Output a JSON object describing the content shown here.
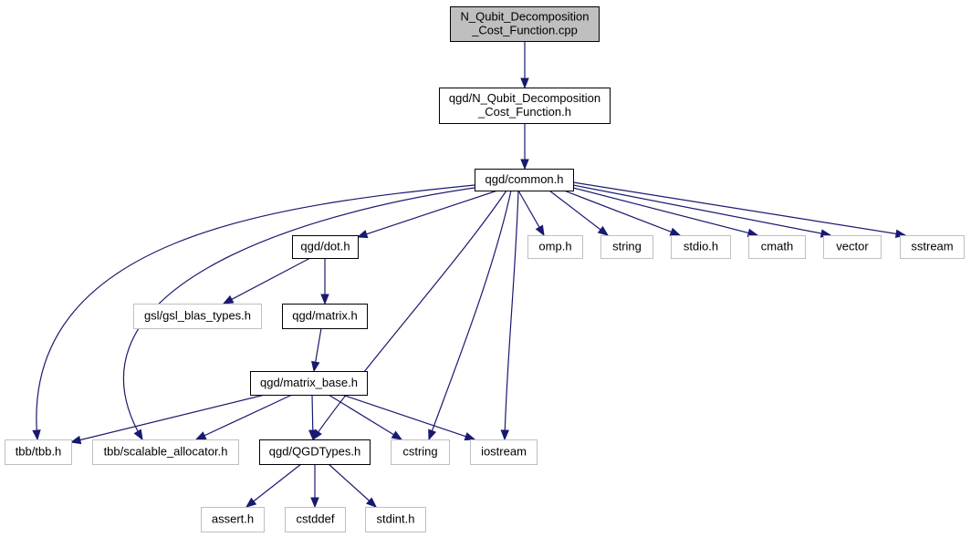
{
  "diagram": {
    "nodes": [
      {
        "id": "root",
        "lines": [
          "N_Qubit_Decomposition",
          "_Cost_Function.cpp"
        ],
        "style": "root"
      },
      {
        "id": "nqdcf_h",
        "lines": [
          "qgd/N_Qubit_Decomposition",
          "_Cost_Function.h"
        ],
        "style": "internal"
      },
      {
        "id": "common_h",
        "lines": [
          "qgd/common.h"
        ],
        "style": "internal"
      },
      {
        "id": "dot_h",
        "lines": [
          "qgd/dot.h"
        ],
        "style": "internal"
      },
      {
        "id": "omp_h",
        "lines": [
          "omp.h"
        ],
        "style": "external"
      },
      {
        "id": "string",
        "lines": [
          "string"
        ],
        "style": "external"
      },
      {
        "id": "stdio_h",
        "lines": [
          "stdio.h"
        ],
        "style": "external"
      },
      {
        "id": "cmath",
        "lines": [
          "cmath"
        ],
        "style": "external"
      },
      {
        "id": "vector",
        "lines": [
          "vector"
        ],
        "style": "external"
      },
      {
        "id": "sstream",
        "lines": [
          "sstream"
        ],
        "style": "external"
      },
      {
        "id": "gsl_blas_types_h",
        "lines": [
          "gsl/gsl_blas_types.h"
        ],
        "style": "external"
      },
      {
        "id": "matrix_h",
        "lines": [
          "qgd/matrix.h"
        ],
        "style": "internal"
      },
      {
        "id": "matrix_base_h",
        "lines": [
          "qgd/matrix_base.h"
        ],
        "style": "internal"
      },
      {
        "id": "tbb_h",
        "lines": [
          "tbb/tbb.h"
        ],
        "style": "external"
      },
      {
        "id": "scalable_allocator_h",
        "lines": [
          "tbb/scalable_allocator.h"
        ],
        "style": "external"
      },
      {
        "id": "qgdtypes_h",
        "lines": [
          "qgd/QGDTypes.h"
        ],
        "style": "internal"
      },
      {
        "id": "cstring",
        "lines": [
          "cstring"
        ],
        "style": "external"
      },
      {
        "id": "iostream",
        "lines": [
          "iostream"
        ],
        "style": "external"
      },
      {
        "id": "assert_h",
        "lines": [
          "assert.h"
        ],
        "style": "external"
      },
      {
        "id": "cstddef",
        "lines": [
          "cstddef"
        ],
        "style": "external"
      },
      {
        "id": "stdint_h",
        "lines": [
          "stdint.h"
        ],
        "style": "external"
      }
    ],
    "edges": [
      {
        "from": "root",
        "to": "nqdcf_h"
      },
      {
        "from": "nqdcf_h",
        "to": "common_h"
      },
      {
        "from": "common_h",
        "to": "dot_h"
      },
      {
        "from": "common_h",
        "to": "omp_h"
      },
      {
        "from": "common_h",
        "to": "string"
      },
      {
        "from": "common_h",
        "to": "stdio_h"
      },
      {
        "from": "common_h",
        "to": "cmath"
      },
      {
        "from": "common_h",
        "to": "vector"
      },
      {
        "from": "common_h",
        "to": "sstream"
      },
      {
        "from": "common_h",
        "to": "tbb_h"
      },
      {
        "from": "common_h",
        "to": "scalable_allocator_h"
      },
      {
        "from": "common_h",
        "to": "qgdtypes_h"
      },
      {
        "from": "common_h",
        "to": "cstring"
      },
      {
        "from": "common_h",
        "to": "iostream"
      },
      {
        "from": "dot_h",
        "to": "gsl_blas_types_h"
      },
      {
        "from": "dot_h",
        "to": "matrix_h"
      },
      {
        "from": "matrix_h",
        "to": "matrix_base_h"
      },
      {
        "from": "matrix_base_h",
        "to": "tbb_h"
      },
      {
        "from": "matrix_base_h",
        "to": "scalable_allocator_h"
      },
      {
        "from": "matrix_base_h",
        "to": "qgdtypes_h"
      },
      {
        "from": "matrix_base_h",
        "to": "cstring"
      },
      {
        "from": "matrix_base_h",
        "to": "iostream"
      },
      {
        "from": "qgdtypes_h",
        "to": "assert_h"
      },
      {
        "from": "qgdtypes_h",
        "to": "cstddef"
      },
      {
        "from": "qgdtypes_h",
        "to": "stdint_h"
      }
    ]
  },
  "colors": {
    "edge": "#191970",
    "root_fill": "#bfbfbf",
    "root_stroke": "#000000",
    "internal_fill": "#ffffff",
    "internal_stroke": "#000000",
    "external_fill": "#ffffff",
    "external_stroke": "#bfbfbf"
  }
}
